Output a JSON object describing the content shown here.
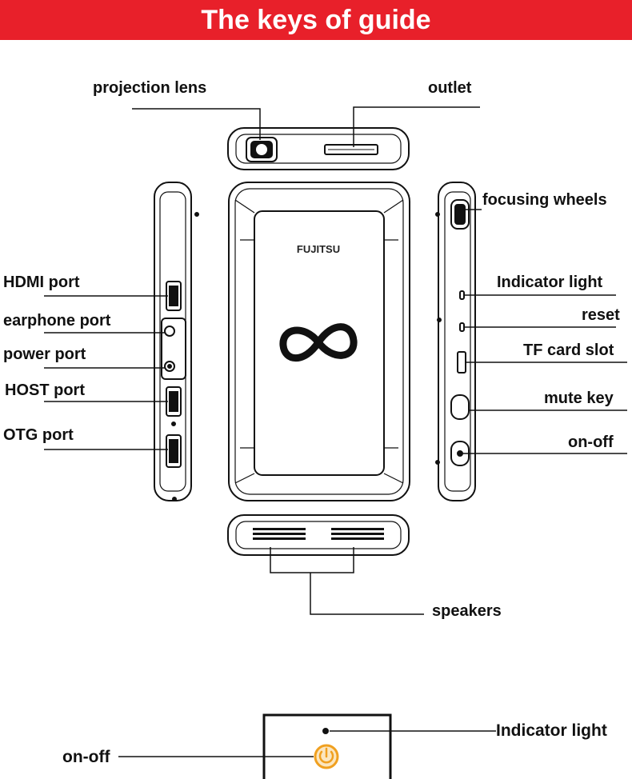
{
  "header": {
    "title": "The keys of guide"
  },
  "device": {
    "brand": "FUJITSU"
  },
  "labels": {
    "projection_lens": "projection lens",
    "outlet": "outlet",
    "focusing_wheels": "focusing wheels",
    "hdmi_port": "HDMI port",
    "earphone_port": "earphone port",
    "power_port": "power port",
    "host_port": "HOST port",
    "otg_port": "OTG port",
    "indicator_light": "Indicator light",
    "reset": "reset",
    "tf_card_slot": "TF card slot",
    "mute_key": "mute key",
    "on_off": "on-off",
    "speakers": "speakers",
    "bottom_indicator_light": "Indicator light",
    "bottom_on_off": "on-off"
  },
  "colors": {
    "banner": "#e8202a",
    "power_button": "#f0a020",
    "line": "#111111"
  }
}
